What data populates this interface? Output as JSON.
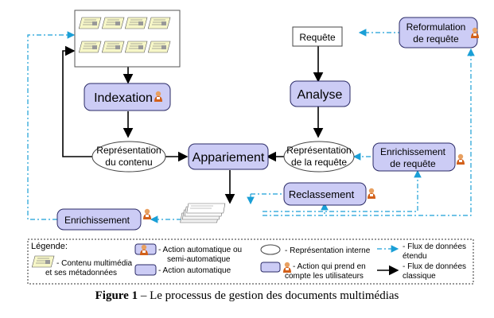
{
  "nodes": {
    "indexation": "Indexation",
    "analyse": "Analyse",
    "requete": "Requête",
    "reformulation_l1": "Reformulation",
    "reformulation_l2": "de requête",
    "appariement": "Appariement",
    "repr_contenu_l1": "Représentation",
    "repr_contenu_l2": "du contenu",
    "repr_requete_l1": "Représentation",
    "repr_requete_l2": "de la requête",
    "enrich_requete_l1": "Enrichissement",
    "enrich_requete_l2": "de requête",
    "reclassement": "Reclassement",
    "enrichissement": "Enrichissement"
  },
  "legend": {
    "title": "Légende:",
    "contenu_l1": "- Contenu multimédia",
    "contenu_l2": "et ses métadonnées",
    "action_semi_l1": "- Action automatique ou",
    "action_semi_l2": "semi-automatique",
    "action_auto": "- Action automatique",
    "repr_interne": "- Représentation interne",
    "action_user_l1": "- Action qui prend en",
    "action_user_l2": "compte les utilisateurs",
    "flux_etendu_l1": "- Flux de données",
    "flux_etendu_l2": "étendu",
    "flux_classique_l1": "- Flux de données",
    "flux_classique_l2": "classique"
  },
  "caption": {
    "label": "Figure 1",
    "text": " – Le processus de gestion des documents multimédias"
  },
  "colors": {
    "action_fill": "#ccccf5",
    "extended_flow": "#1a9fd6",
    "classic_flow": "#000000",
    "user_icon": "#e07a1f"
  }
}
